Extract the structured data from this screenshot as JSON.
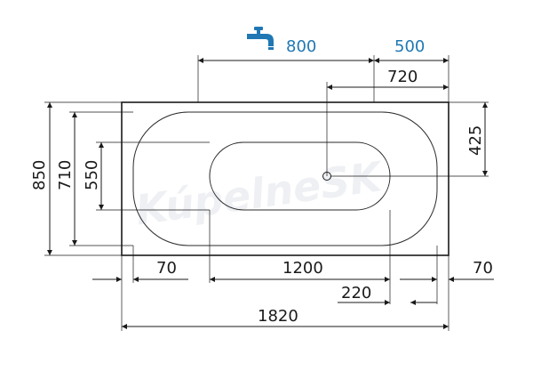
{
  "colors": {
    "accent": "#1f78b4",
    "line": "#1a1a1a"
  },
  "icons": {
    "faucet": "faucet-icon"
  },
  "dimensions": {
    "tap_offset": "800",
    "tap_width": "500",
    "drain_offset": "720",
    "drain_from_bottom": "425",
    "outer_width_side": "850",
    "inner_width": "710",
    "basin_width": "550",
    "left_rim": "70",
    "basin_length": "1200",
    "right_step": "220",
    "right_rim": "70",
    "total_length": "1820"
  },
  "watermark": "KúpelneSK"
}
